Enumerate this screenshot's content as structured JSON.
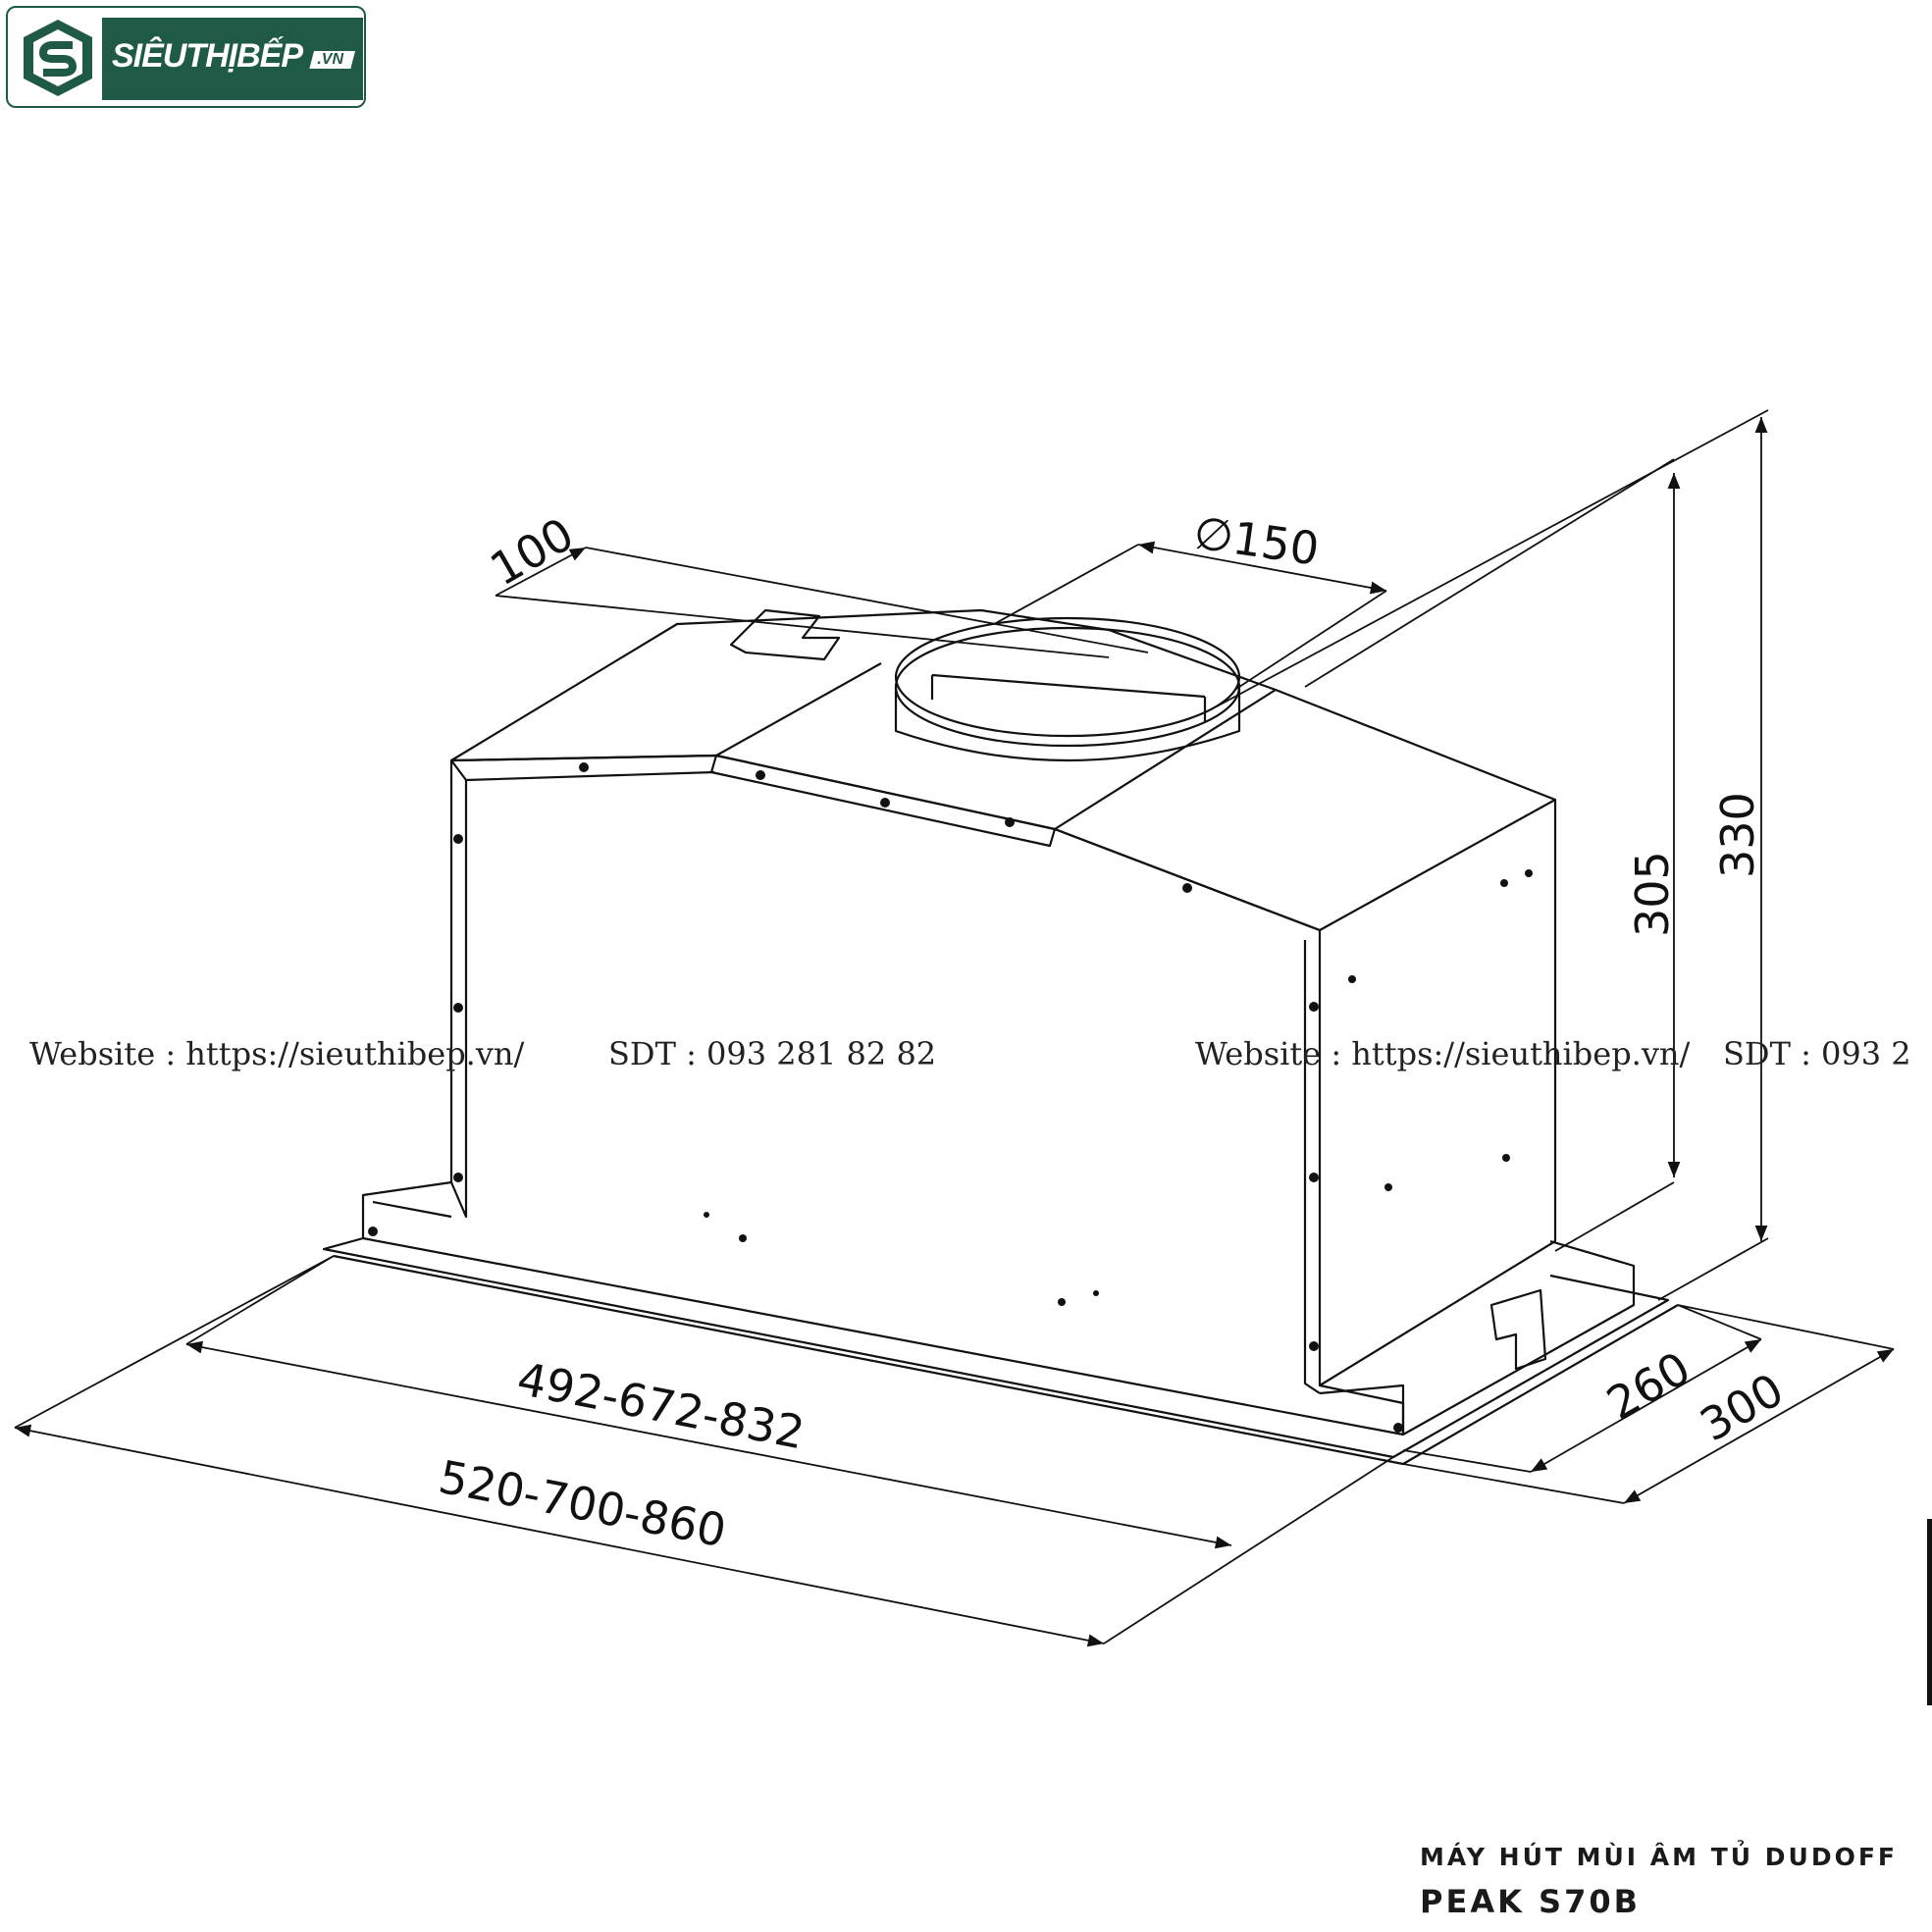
{
  "logo": {
    "name": "SIÊUTHỊBẾP",
    "tld": ".VN",
    "brand_color": "#1e5a45"
  },
  "watermarks": [
    {
      "website": "Website : https://sieuthibep.vn/",
      "phone": "SDT : 093 281 82 82"
    },
    {
      "website": "Website : https://sieuthibep.vn/",
      "phone": "SDT : 093 2"
    }
  ],
  "dimensions": {
    "top_offset": "100",
    "duct_diameter": "∅150",
    "height_body": "305",
    "height_total": "330",
    "inner_width": "492-672-832",
    "outer_width": "520-700-860",
    "depth_inner": "260",
    "depth_outer": "300"
  },
  "caption": {
    "line1": "MÁY HÚT MÙI ÂM TỦ DUDOFF",
    "line2": "PEAK S70B"
  }
}
